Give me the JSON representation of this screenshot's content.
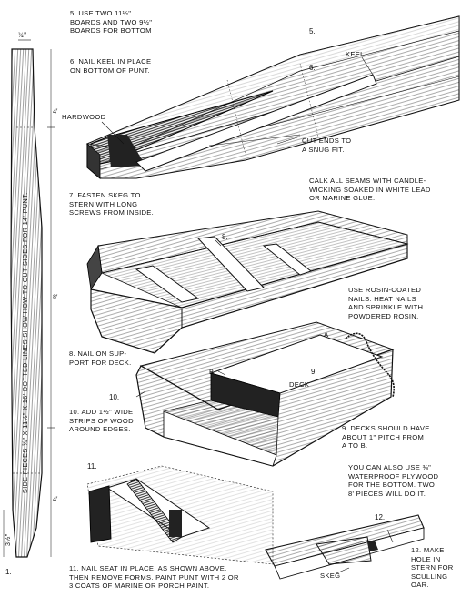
{
  "steps": {
    "s5": "5. USE TWO 11½\"\nBOARDS AND TWO 9½\"\nBOARDS FOR BOTTOM",
    "s6": "6. NAIL KEEL IN PLACE\nON BOTTOM OF PUNT.",
    "s7": "7. FASTEN SKEG TO\nSTERN WITH LONG\nSCREWS FROM INSIDE.",
    "s8": "8. NAIL ON SUP-\nPORT FOR DECK.",
    "s9": "9. DECKS SHOULD HAVE\nABOUT 1\" PITCH FROM\nA TO B.",
    "s10": "10. ADD 1½\" WIDE\nSTRIPS OF WOOD\nAROUND EDGES.",
    "s11": "11. NAIL SEAT IN PLACE, AS SHOWN ABOVE.\nTHEN REMOVE FORMS. PAINT PUNT WITH 2 OR\n3 COATS OF MARINE OR PORCH PAINT.",
    "s12": "12. MAKE\nHOLE IN\nSTERN FOR\nSCULLING\nOAR."
  },
  "notes": {
    "caulk": "CALK ALL SEAMS WITH CANDLE-\nWICKING SOAKED IN WHITE LEAD\nOR MARINE GLUE.",
    "nails": "USE ROSIN-COATED\nNAILS. HEAT NAILS\nAND SPRINKLE WITH\nPOWDERED ROSIN.",
    "plywood": "YOU CAN ALSO USE ⅜\"\nWATERPROOF PLYWOOD\nFOR THE BOTTOM. TWO\n8' PIECES WILL DO IT.",
    "side": "SIDE PIECES ¾\" X 11½\" X 16'\nDOTTED LINES SHOW HOW TO CUT SIDES FOR 14' PUNT."
  },
  "labels": {
    "hardwood": "HARDWOOD",
    "keel": "KEEL",
    "cut_ends": "CUT ENDS TO\nA SNUG FIT.",
    "deck": "DECK",
    "skeg": "SKEG",
    "a": "A",
    "b": "B."
  },
  "numbers": {
    "n1": "1.",
    "n5": "5.",
    "n6": "6.",
    "n8": "8.",
    "n9": "9.",
    "n10": "10.",
    "n11": "11.",
    "n12": "12."
  },
  "dimensions": {
    "top": "¾\"",
    "d4a": "4'",
    "d8": "8'",
    "d4b": "4'",
    "d3": "3½\""
  }
}
